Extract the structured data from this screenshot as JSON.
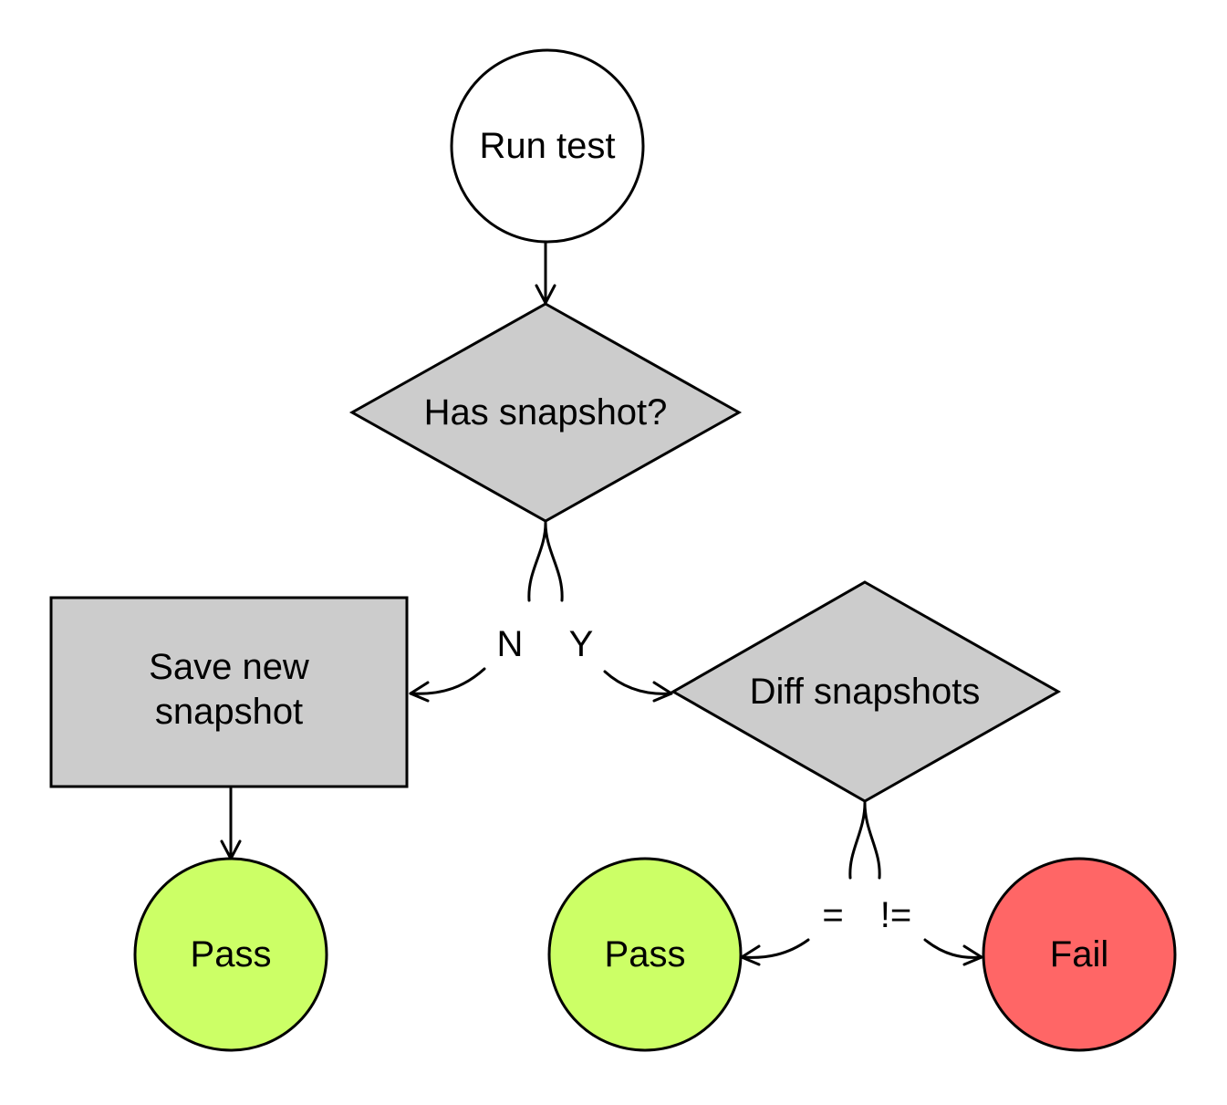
{
  "flowchart": {
    "colors": {
      "stroke": "#000000",
      "start_fill": "#ffffff",
      "process_fill": "#cccccc",
      "pass_fill": "#ccff66",
      "fail_fill": "#ff6666"
    },
    "nodes": {
      "run_test": "Run test",
      "has_snapshot": "Has snapshot?",
      "save_new_line1": "Save new",
      "save_new_line2": "snapshot",
      "diff_snapshots": "Diff snapshots",
      "pass_new": "Pass",
      "pass_equal": "Pass",
      "fail": "Fail"
    },
    "edges": {
      "no_label": "N",
      "yes_label": "Y",
      "equal_label": "=",
      "not_equal_label": "!="
    }
  }
}
